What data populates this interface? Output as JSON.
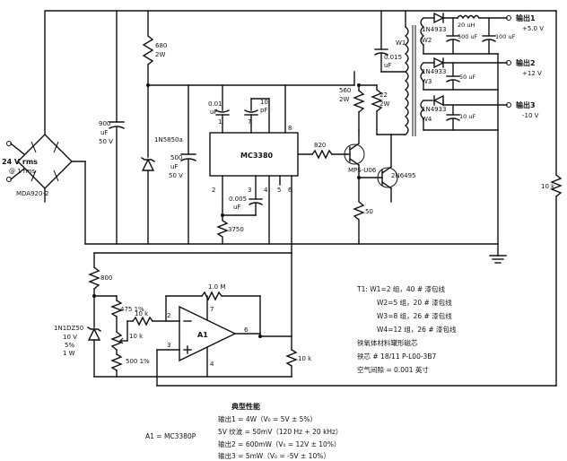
{
  "labels": {
    "input": "24 V rms",
    "input_freq": "@ 1 rms",
    "bridge": "MDA920-2",
    "c_in": "900",
    "c_in_unit": "uF",
    "c_in_v": "50 V",
    "r680": "680",
    "r680_w": "2W",
    "zener_top": "1N5850a",
    "c_mid": "500",
    "c_mid_unit": "uF",
    "c_mid_v": "50 V",
    "ic": "MC3380",
    "pin1": "1",
    "pin7": "7",
    "pin8": "8",
    "pin2": "2",
    "pin3": "3",
    "pin4": "4",
    "pin5": "5",
    "pin6": "6",
    "c001": "0.01",
    "c001_unit": "uF",
    "c10": "10",
    "c10_unit": "pF",
    "c0005": "0.005",
    "c0005_unit": "uF",
    "r3750": "3750",
    "r820": "820",
    "q_drv": "MPS-U06",
    "q_out": "2N6495",
    "r560": "560",
    "r560_w": "2W",
    "r22": "22",
    "r22_w": "2W",
    "r50": "50",
    "c0015": "0.015",
    "c0015_unit": "uF",
    "w1": "W1",
    "w2": "W2",
    "w3": "W3",
    "w4": "W4",
    "d1": "1N4933",
    "d2": "1N4933",
    "d3": "1N4933",
    "c20": "20 uH",
    "c500": "500 uF",
    "c100": "100 uF",
    "c50": "50 uF",
    "c10uf": "10 uF",
    "out1": "输出1",
    "out1_v": "+5.0 V",
    "out2": "输出2",
    "out2_v": "+12 V",
    "out3": "输出3",
    "out3_v": "-10 V",
    "r10k": "10 k",
    "r800": "800",
    "r475": "475 1%",
    "r10k_b": "10 k",
    "r10k_c": "10 k",
    "r500": "500 1%",
    "r10m": "1.0 M",
    "zener_bot": "1N1DZ50",
    "zener_bot_v": "10 V",
    "zener_bot_pct": "5%",
    "zener_bot_w": "1 W",
    "amp": "A1",
    "amp_p2": "2",
    "amp_p3": "3",
    "amp_p6": "6",
    "amp_p4": "4",
    "amp_p7": "7",
    "r10k_out": "10 k",
    "a1_def": "A1 = MC3380P"
  },
  "transformer_notes": [
    "T1: W1=2 组，40 # 漆包线",
    "W2=5 组，20 # 漆包线",
    "W3=8 组，26 # 漆包线",
    "W4=12 组，26 # 漆包线",
    "铁氧体材料罐形磁芯",
    "铁芯 # 18/11 P-L00-3B7",
    "空气间隙 = 0.001 英寸"
  ],
  "performance": {
    "heading": "典型性能",
    "lines": [
      "输出1 = 4W（V₀ = 5V ± 5%）",
      "5V 纹波        = 50mV（120 Hz + 20 kHz）",
      "输出2 = 600mW（V₀ = 12V ± 10%）",
      "输出3 = 5mW（V₀ = -5V ± 10%）"
    ]
  }
}
